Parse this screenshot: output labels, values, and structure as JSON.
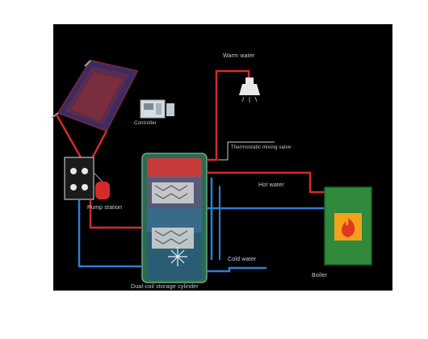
{
  "labels": {
    "shower": "Warm water",
    "controller": "Controller",
    "thermostatic_valve": "Thermostatic mixing valve",
    "hot_water": "Hot water",
    "pump_station": "Pump station",
    "cold_water": "Cold water",
    "storage_tank": "Dual-coil storage cylinder",
    "boiler": "Boiler"
  },
  "colors": {
    "hot_pipe": "#d62a2a",
    "cold_pipe": "#2a7fd6",
    "tank_body": "#2c6b52",
    "tank_top": "#c83b3b",
    "boiler_body": "#2f8a3b",
    "boiler_fire": "#f4a11b",
    "label_text": "#c9d3dc"
  },
  "icons": {
    "collector": "solar-collector-icon",
    "shower": "shower-head-icon",
    "controller": "controller-icon",
    "pump": "pump-station-icon",
    "expansion": "expansion-vessel-icon",
    "fire": "flame-icon"
  }
}
